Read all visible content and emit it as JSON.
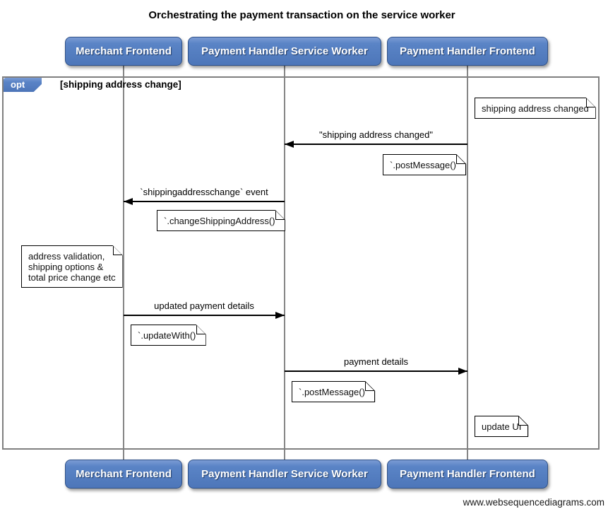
{
  "title": "Orchestrating the payment transaction on the service worker",
  "footer": "www.websequencediagrams.com",
  "actors": [
    {
      "label": "Merchant Frontend"
    },
    {
      "label": "Payment Handler Service Worker"
    },
    {
      "label": "Payment Handler Frontend"
    }
  ],
  "fragment": {
    "operator": "opt",
    "condition": "[shipping address change]"
  },
  "messages": [
    {
      "label": "\"shipping address changed\"",
      "from": "Payment Handler Frontend",
      "to": "Payment Handler Service Worker",
      "direction": "left"
    },
    {
      "label": "`shippingaddresschange` event",
      "from": "Payment Handler Service Worker",
      "to": "Merchant Frontend",
      "direction": "left"
    },
    {
      "label": "updated payment details",
      "from": "Merchant Frontend",
      "to": "Payment Handler Service Worker",
      "direction": "right"
    },
    {
      "label": "payment details",
      "from": "Payment Handler Service Worker",
      "to": "Payment Handler Frontend",
      "direction": "right"
    }
  ],
  "notes": [
    {
      "text": "shipping address changed",
      "anchor": "Payment Handler Frontend"
    },
    {
      "text": "`.postMessage()`",
      "anchor": "Payment Handler Service Worker"
    },
    {
      "text": "`.changeShippingAddress()`",
      "anchor": "Merchant Frontend"
    },
    {
      "text": "address validation,\nshipping options &\ntotal price change etc",
      "anchor": "Merchant Frontend"
    },
    {
      "text": "`.updateWith()`",
      "anchor": "Merchant Frontend"
    },
    {
      "text": "`.postMessage()`",
      "anchor": "Payment Handler Service Worker"
    },
    {
      "text": "update UI",
      "anchor": "Payment Handler Frontend"
    }
  ],
  "colors": {
    "actor_fill": "#4d76b9",
    "actor_border": "#2f5187",
    "fragment_border": "#7f7f7f",
    "lifeline": "#868686",
    "note_background": "#ffffff",
    "note_border": "#000000",
    "arrow": "#000000"
  }
}
